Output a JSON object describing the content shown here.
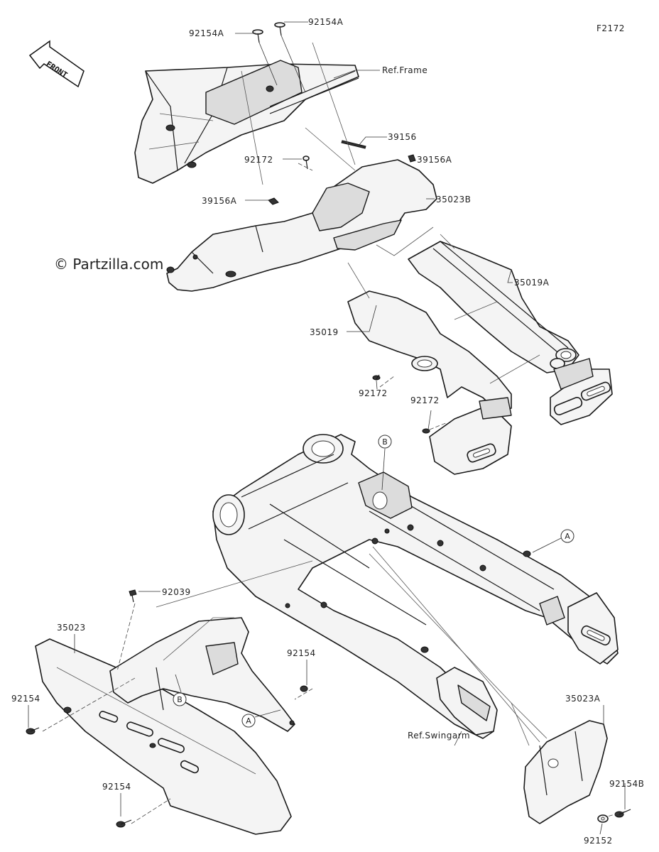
{
  "figure_code": "F2172",
  "watermark": "© Partzilla.com",
  "front_arrow_label": "FRONT",
  "labels": {
    "l_92154A_left": "92154A",
    "l_92154A_right": "92154A",
    "l_ref_frame": "Ref.Frame",
    "l_39156": "39156",
    "l_92172_top": "92172",
    "l_39156A_right": "39156A",
    "l_39156A_left": "39156A",
    "l_35023B": "35023B",
    "l_35019A": "35019A",
    "l_35019": "35019",
    "l_92172_mid": "92172",
    "l_92172_low": "92172",
    "l_92039": "92039",
    "l_35023": "35023",
    "l_92154_mid": "92154",
    "l_92154_left": "92154",
    "l_92154_bottom": "92154",
    "l_ref_swingarm": "Ref.Swingarm",
    "l_35023A": "35023A",
    "l_92154B": "92154B",
    "l_92152": "92152"
  },
  "callouts": {
    "b_top": "B",
    "a_right": "A",
    "b_lower": "B",
    "a_lower": "A"
  }
}
